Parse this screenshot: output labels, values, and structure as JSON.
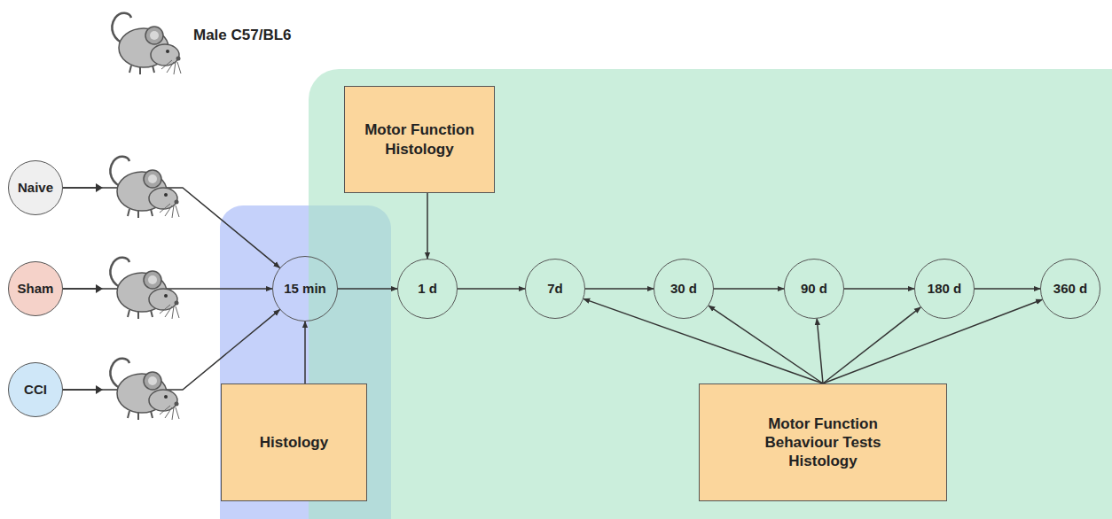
{
  "diagram": {
    "nodes": [
      {
        "text": [
          "Naive"
        ]
      },
      {
        "text": [
          "Sham"
        ]
      },
      {
        "text": [
          "CCI"
        ]
      },
      {
        "text": [
          "15 min"
        ]
      },
      {
        "text": [
          "1 d"
        ]
      },
      {
        "text": [
          "7d"
        ]
      },
      {
        "text": [
          "30 d"
        ]
      },
      {
        "text": [
          "90 d"
        ]
      },
      {
        "text": [
          "180 d"
        ]
      },
      {
        "text": [
          "360 d"
        ]
      },
      {
        "text": [
          "Motor Function Histology"
        ]
      },
      {
        "text": [
          "Histology"
        ]
      },
      {
        "text": [
          "Motor Function Behaviour Tests Histology"
        ]
      }
    ],
    "edges": [
      {
        "from": 0,
        "to": 3,
        "arrow": "to"
      },
      {
        "from": 1,
        "to": 3,
        "arrow": "to"
      },
      {
        "from": 2,
        "to": 3,
        "arrow": "to"
      },
      {
        "from": 3,
        "to": 4,
        "arrow": "to"
      },
      {
        "from": 4,
        "to": 5,
        "arrow": "to"
      },
      {
        "from": 5,
        "to": 6,
        "arrow": "to"
      },
      {
        "from": 6,
        "to": 7,
        "arrow": "to"
      },
      {
        "from": 7,
        "to": 8,
        "arrow": "to"
      },
      {
        "from": 8,
        "to": 9,
        "arrow": "to"
      },
      {
        "from": 10,
        "to": 4,
        "arrow": "to"
      },
      {
        "from": 11,
        "to": 3,
        "arrow": "to"
      },
      {
        "from": 12,
        "to": 5,
        "arrow": "to"
      },
      {
        "from": 12,
        "to": 6,
        "arrow": "to"
      },
      {
        "from": 12,
        "to": 7,
        "arrow": "to"
      },
      {
        "from": 12,
        "to": 8,
        "arrow": "to"
      },
      {
        "from": 12,
        "to": 9,
        "arrow": "to"
      }
    ],
    "labels": [
      "Male C57/BL6"
    ]
  }
}
